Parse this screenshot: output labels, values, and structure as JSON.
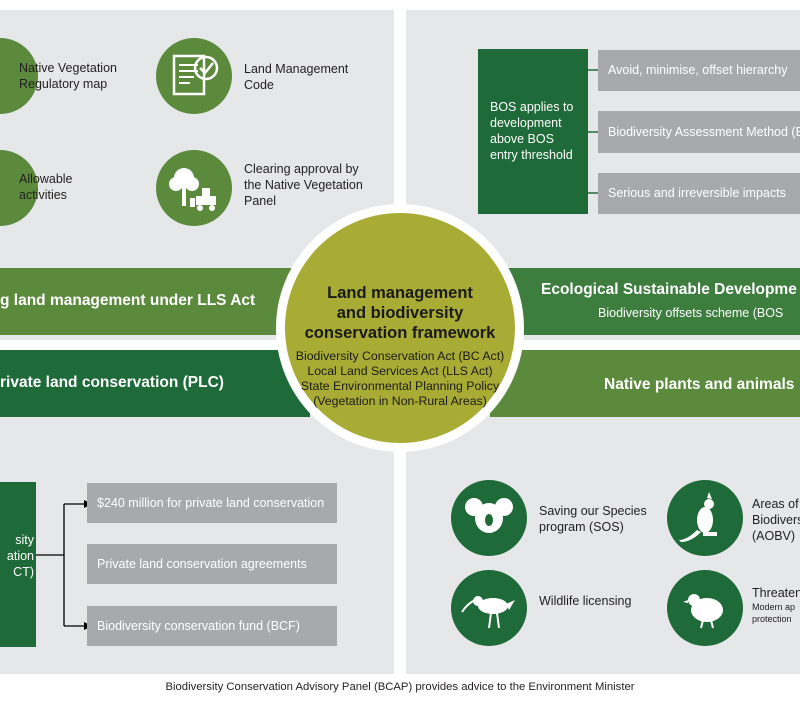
{
  "center": {
    "title_lines": [
      "Land management",
      "and biodiversity",
      "conservation framework"
    ],
    "acts": [
      "Biodiversity Conservation Act (BC Act)",
      "Local Land Services Act (LLS Act)",
      "State Environmental Planning Policy",
      "(Vegetation in Non-Rural Areas)"
    ]
  },
  "top_left": {
    "items": [
      {
        "label": "Native Vegetation Regulatory map",
        "icon": "map-icon"
      },
      {
        "label": "Land Management Code",
        "icon": "checklist-icon"
      },
      {
        "label": "Allowable activities",
        "icon": "activities-icon"
      },
      {
        "label": "Clearing approval by the Native Vegetation Panel",
        "icon": "tree-bulldozer-icon"
      }
    ],
    "band_label": "g land management under LLS Act"
  },
  "top_right": {
    "bos_box": "BOS applies to development above BOS entry threshold",
    "items": [
      "Avoid, minimise, offset hierarchy",
      "Biodiversity Assessment Method (B",
      "Serious and irreversible impacts"
    ],
    "band_title": "Ecological Sustainable Developme",
    "band_sub": "Biodiversity offsets scheme (BOS"
  },
  "bottom_left": {
    "band_label": "rivate land conservation (PLC)",
    "trust_box": "sity ation CT)",
    "items": [
      "$240 million for private land conservation",
      "Private land conservation agreements",
      "Biodiversity conservation fund (BCF)"
    ]
  },
  "bottom_right": {
    "band_label": "Native plants and animals",
    "items": [
      {
        "label": "Saving our Species program (SOS)",
        "icon": "koala-icon"
      },
      {
        "label": "Areas of Biodivers (AOBV)",
        "icon": "kangaroo-icon"
      },
      {
        "label": "Wildlife licensing",
        "icon": "bird-icon"
      },
      {
        "label": "Threaten",
        "sub": "Modern ap protection",
        "icon": "quail-icon"
      }
    ]
  },
  "footer": "Biodiversity Conservation Advisory Panel (BCAP) provides advice to the Environment Minister",
  "colors": {
    "dark_green": "#1e6a38",
    "olive_green": "#5b8a3c",
    "mid_green": "#3d7e3f",
    "lime": "#a8ac34",
    "grey": "#a7a9ac",
    "panel": "#e6e7e8"
  }
}
